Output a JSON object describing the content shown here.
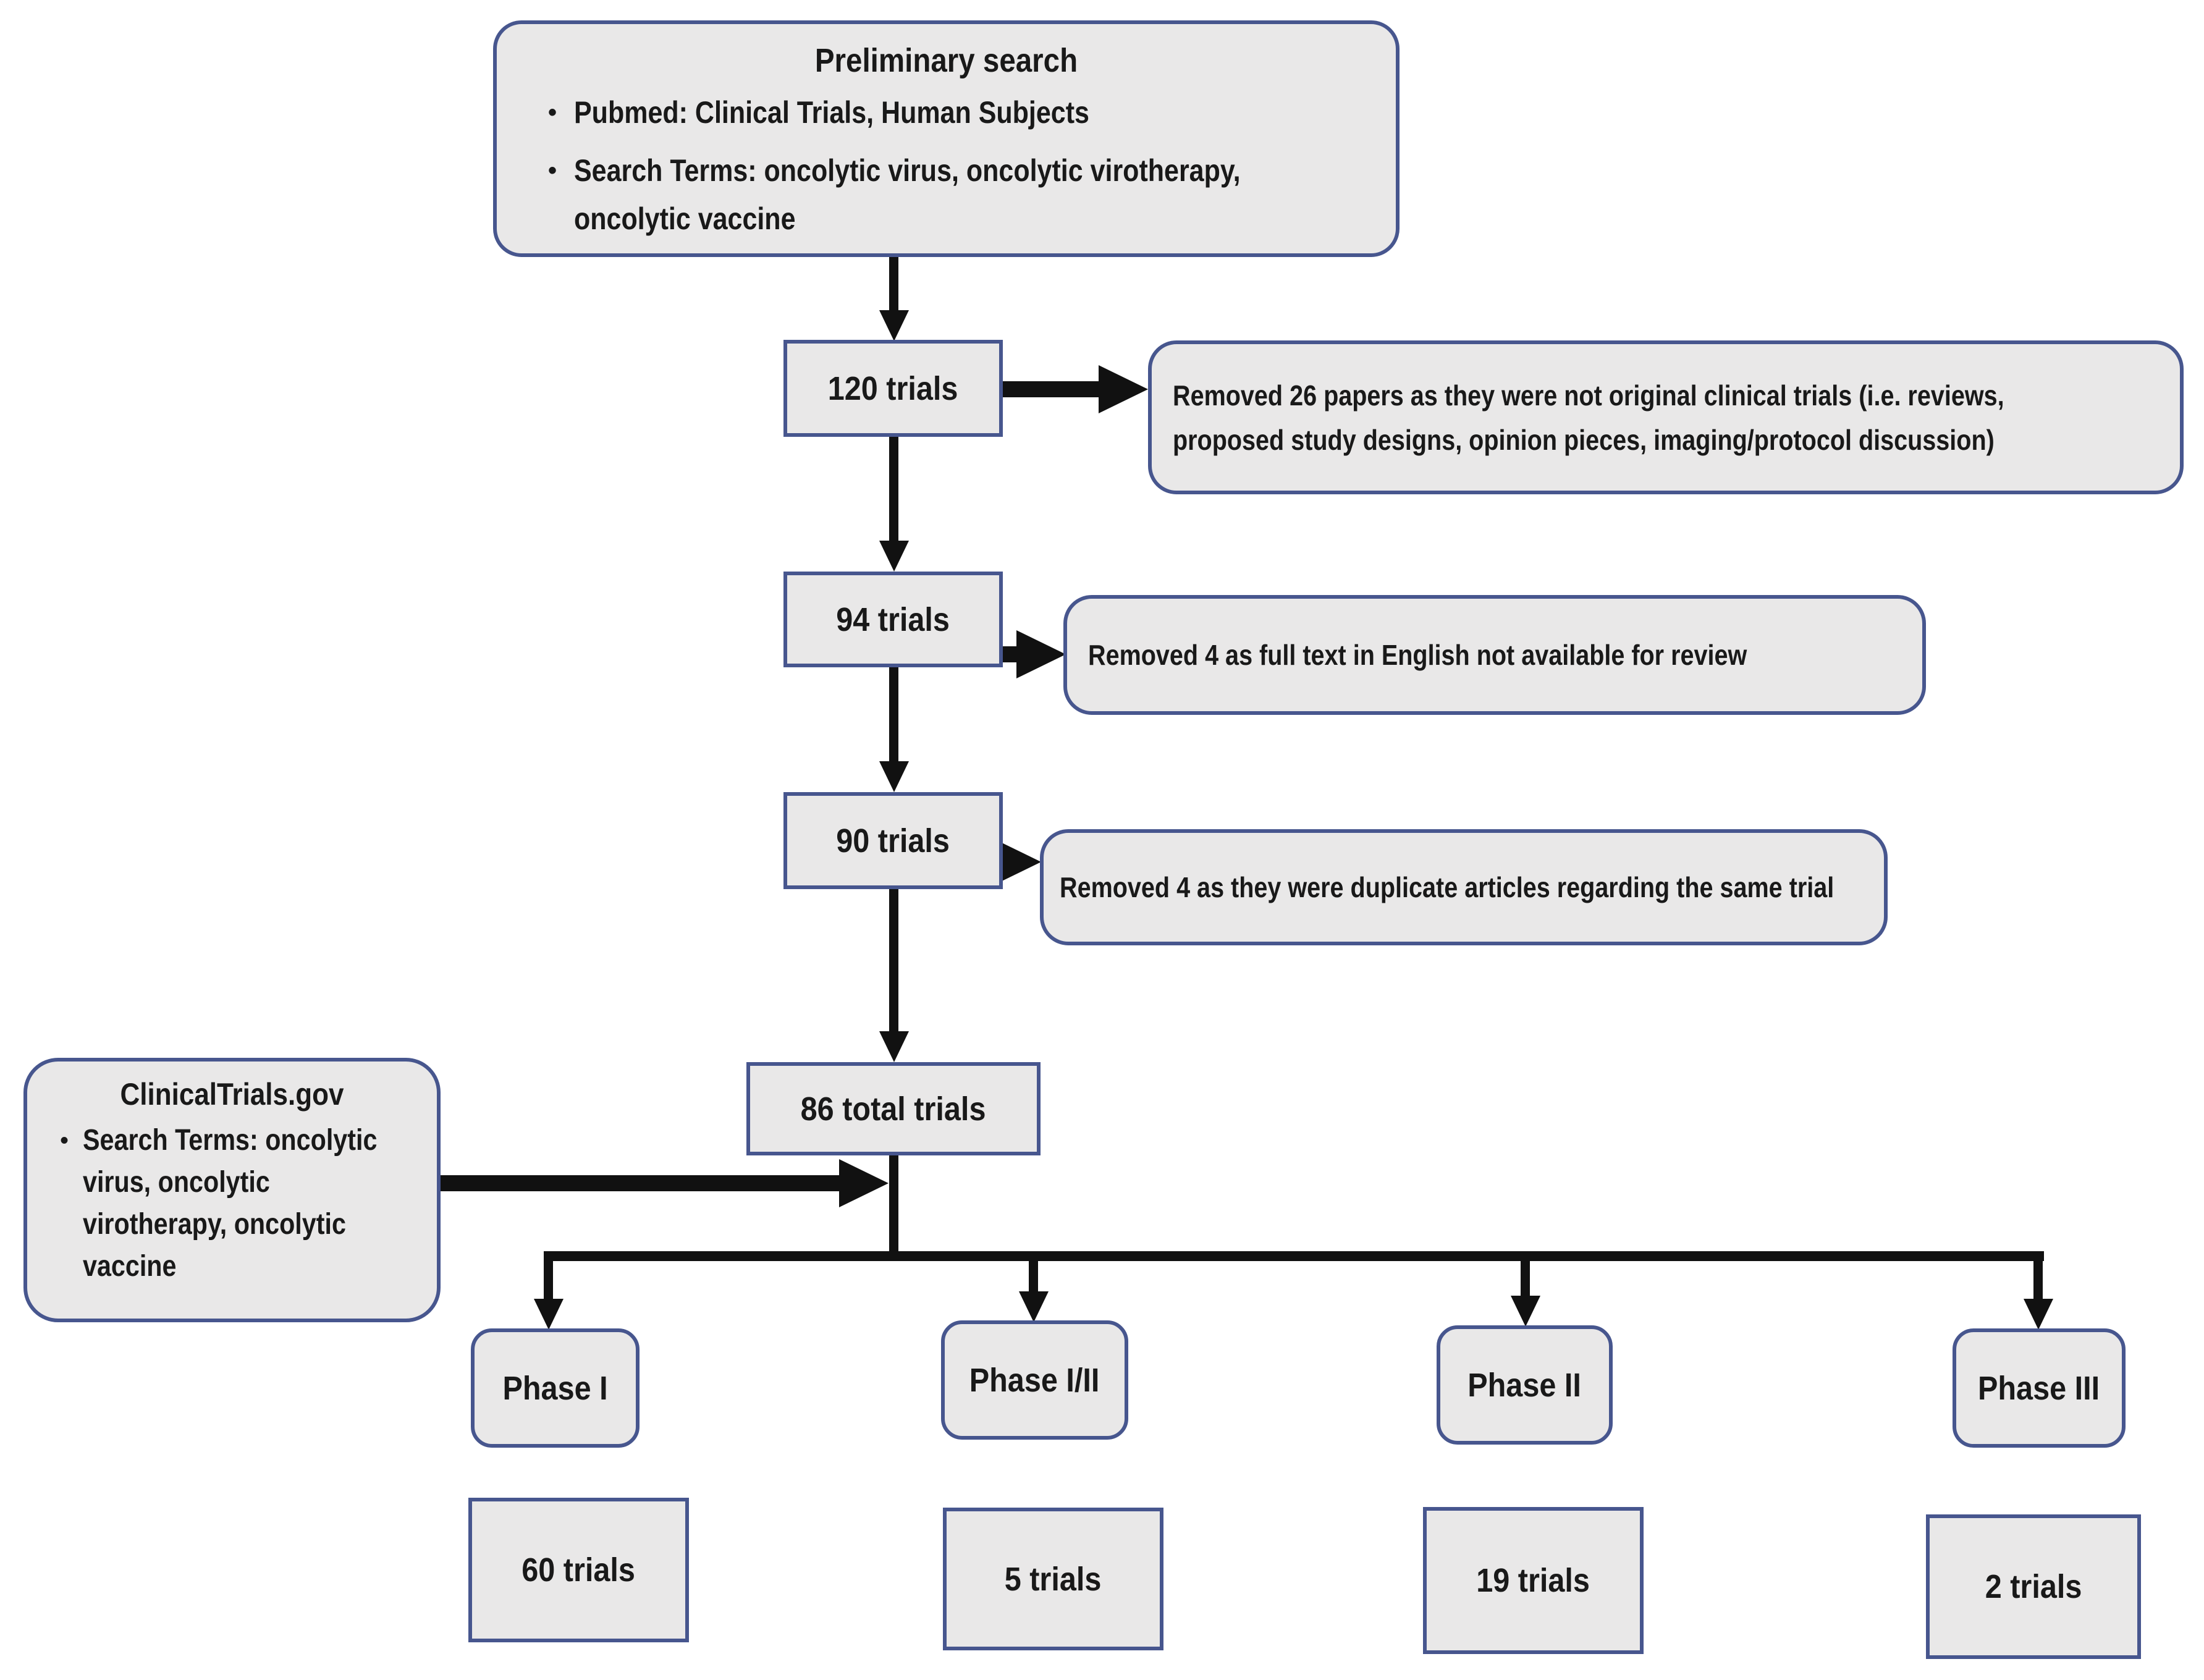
{
  "colors": {
    "background": "#ffffff",
    "box_fill": "#e9e8e8",
    "box_border": "#47568e",
    "arrow": "#111111",
    "text": "#191919"
  },
  "bullet_glyph": "•",
  "top_box": {
    "title": "Preliminary search",
    "bullet1": "Pubmed: Clinical Trials, Human Subjects",
    "bullet2_line1": "Search Terms: oncolytic virus, oncolytic virotherapy,",
    "bullet2_line2": "oncolytic vaccine"
  },
  "flow_boxes": [
    {
      "label": "120 trials"
    },
    {
      "label": "94 trials"
    },
    {
      "label": "90 trials"
    },
    {
      "label": "86 total trials"
    }
  ],
  "annotations": [
    {
      "lines": [
        "Removed 26 papers as they were not original clinical trials (i.e. reviews,",
        "proposed study designs, opinion pieces, imaging/protocol discussion)"
      ]
    },
    {
      "lines": [
        "Removed 4 as full text in English not available for review"
      ]
    },
    {
      "lines": [
        "Removed 4 as they were duplicate articles regarding the same trial"
      ]
    }
  ],
  "side_box": {
    "title": "ClinicalTrials.gov",
    "bullet_line1": "Search Terms: oncolytic",
    "bullet_line2": "virus, oncolytic",
    "bullet_line3": "virotherapy, oncolytic",
    "bullet_line4": "vaccine"
  },
  "phases": [
    {
      "label": "Phase I",
      "count": "60 trials"
    },
    {
      "label": "Phase I/II",
      "count": "5 trials"
    },
    {
      "label": "Phase II",
      "count": "19 trials"
    },
    {
      "label": "Phase III",
      "count": "2 trials"
    }
  ]
}
